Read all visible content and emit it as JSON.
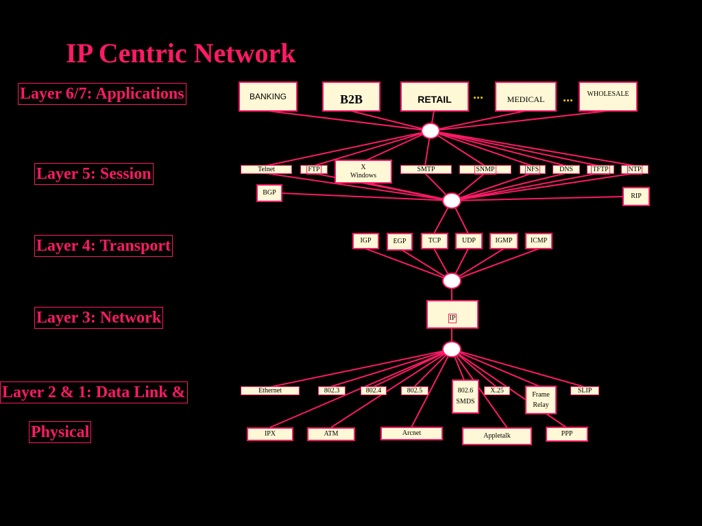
{
  "title": "IP Centric Network",
  "layers": {
    "applications": "Layer 6/7:  Applications",
    "session": "Layer 5:  Session",
    "transport": "Layer 4:  Transport",
    "network": "Layer 3:  Network",
    "datalink": "Layer 2 & 1:  Data Link &",
    "physical": "Physical"
  },
  "applications": {
    "banking": "BANKING",
    "b2b": "B2B",
    "retail": "RETAIL",
    "medical": "MEDICAL",
    "wholesale": "WHOLESALE",
    "ellipsis": "..."
  },
  "session": {
    "telnet": "Telnet",
    "ftp": "FTP",
    "xwindows_1": "X",
    "xwindows_2": "Windows",
    "smtp": "SMTP",
    "snmp": "SNMP",
    "nfs": "NFS",
    "dns": "DNS",
    "tftp": "TFTP",
    "ntp": "NTP",
    "bgp": "BGP",
    "rip": "RIP"
  },
  "transport": {
    "igp": "IGP",
    "egp": "EGP",
    "tcp": "TCP",
    "udp": "UDP",
    "igmp": "IGMP",
    "icmp": "ICMP"
  },
  "network": {
    "ip": "IP"
  },
  "datalink": {
    "ethernet": "Ethernet",
    "n8023": "802.3",
    "n8024": "802.4",
    "n8025": "802.5",
    "n8026": "802.6",
    "smds": "SMDS",
    "x25": "X.25",
    "frame": "Frame",
    "relay": "Relay",
    "slip": "SLIP",
    "ipx": "IPX",
    "atm": "ATM",
    "arcnet": "Arcnet",
    "appletalk": "Appletalk",
    "ppp": "PPP"
  },
  "colors": {
    "background": "#000000",
    "accent": "#ff1a66",
    "box_fill": "#fff8d6",
    "dots": "#ffd400"
  }
}
